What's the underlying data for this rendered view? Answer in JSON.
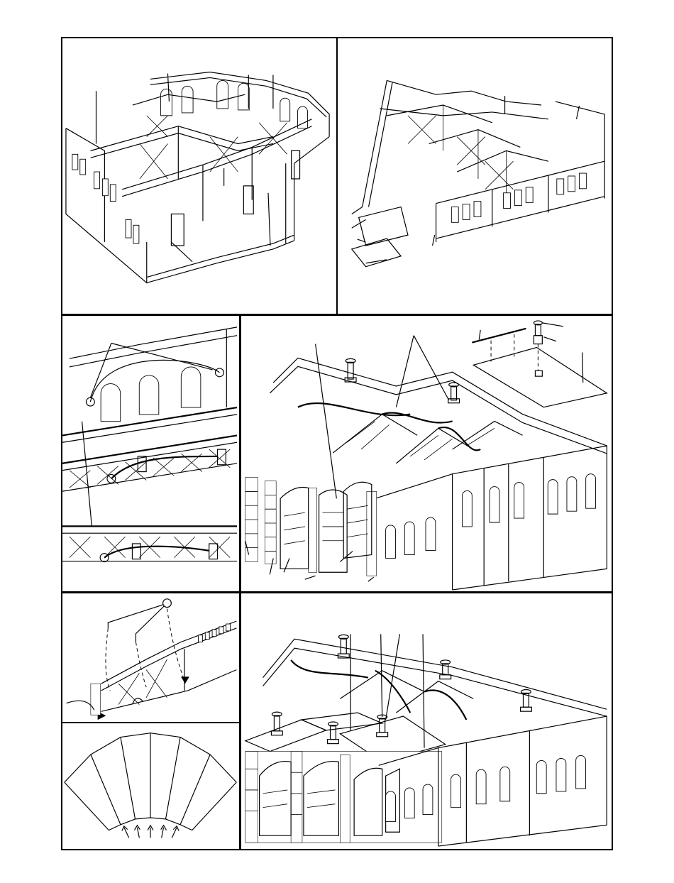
{
  "page": {
    "background": "#ffffff",
    "line_color": "#000000"
  },
  "panels": [
    {
      "id": "panel-1",
      "subject": "roundhouse-frame-assembly"
    },
    {
      "id": "panel-2",
      "subject": "roundhouse-wall-and-roof-support-assembly"
    },
    {
      "id": "panel-3",
      "subject": "detail-wiring-on-roof-trusses"
    },
    {
      "id": "panel-4",
      "subject": "roof-panel-and-vent-assembly"
    },
    {
      "id": "panel-5",
      "subject": "detail-roof-truss-wire-routing"
    },
    {
      "id": "panel-6",
      "subject": "fan-layout-of-stalls"
    },
    {
      "id": "panel-7",
      "subject": "completed-roundhouse"
    }
  ]
}
